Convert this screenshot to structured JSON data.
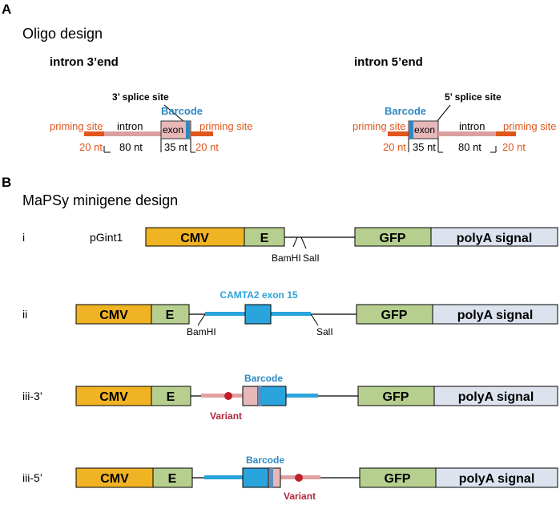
{
  "panel_a": {
    "letter": "A",
    "title": "Oligo design",
    "left": {
      "heading": "intron 3’end",
      "splice_site": "3’ splice site",
      "barcode": "Barcode",
      "priming_left": "priming site",
      "intron": "intron",
      "exon": "exon",
      "priming_right": "priming site",
      "len_prime_left": "20 nt",
      "len_intron": "80 nt",
      "len_exon": "35 nt",
      "len_prime_right": "20 nt"
    },
    "right": {
      "heading": "intron 5’end",
      "barcode": "Barcode",
      "splice_site": "5’ splice site",
      "priming_left": "priming site",
      "exon": "exon",
      "intron": "intron",
      "priming_right": "priming site",
      "len_prime_left": "20 nt",
      "len_exon": "35 nt",
      "len_intron": "80 nt",
      "len_prime_right": "20 nt"
    }
  },
  "panel_b": {
    "letter": "B",
    "title": "MaPSy minigene design",
    "row_i": {
      "label": "i",
      "name": "pGint1",
      "cmv": "CMV",
      "e": "E",
      "bamhi": "BamHI",
      "sali": "SalI",
      "gfp": "GFP",
      "polya": "polyA signal"
    },
    "row_ii": {
      "label": "ii",
      "cmv": "CMV",
      "e": "E",
      "exon_label": "CAMTA2 exon 15",
      "bamhi": "BamHI",
      "sali": "SalI",
      "gfp": "GFP",
      "polya": "polyA signal"
    },
    "row_iii3": {
      "label": "iii-3’",
      "cmv": "CMV",
      "e": "E",
      "barcode": "Barcode",
      "variant": "Variant",
      "gfp": "GFP",
      "polya": "polyA signal"
    },
    "row_iii5": {
      "label": "iii-5’",
      "cmv": "CMV",
      "e": "E",
      "barcode": "Barcode",
      "variant": "Variant",
      "gfp": "GFP",
      "polya": "polyA signal"
    }
  },
  "colors": {
    "orange": "#e0561b",
    "intron_pink": "#d9a0a0",
    "exon_pink": "#e8b8b8",
    "barcode_blue": "#2f88c3",
    "exon_blue": "#2aa4dc",
    "cmv_yellow": "#f0b323",
    "green": "#b6cf8f",
    "polya_blue": "#dce3ef",
    "variant_red": "#c0202a"
  }
}
